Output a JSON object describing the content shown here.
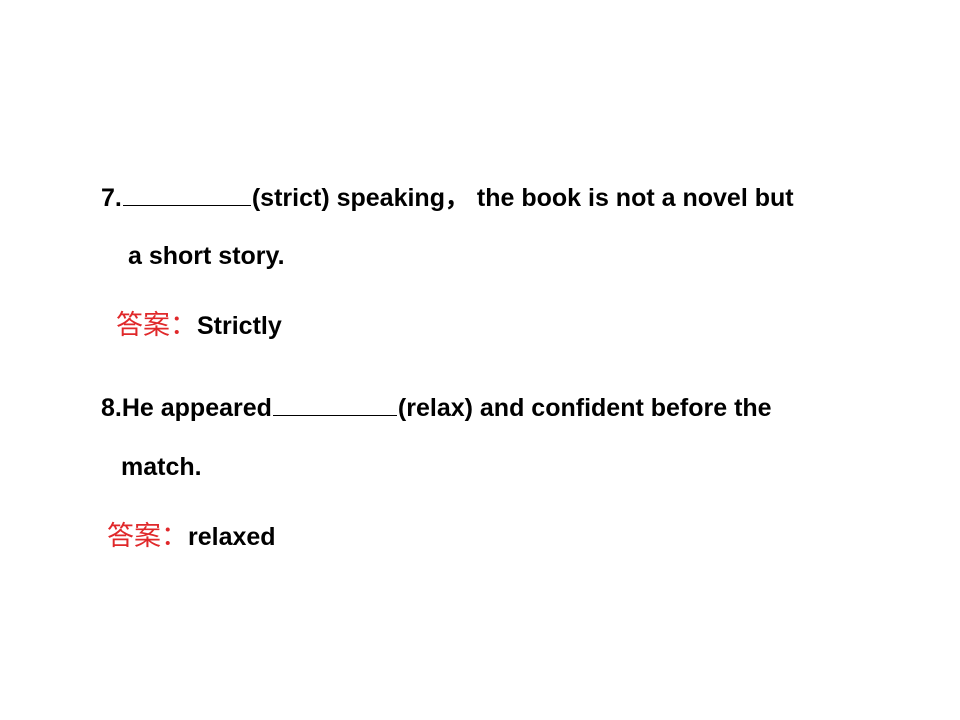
{
  "colors": {
    "text": "#000000",
    "answer_label": "#e0282a",
    "background": "#ffffff"
  },
  "q7": {
    "number": "7.",
    "rest_line1": "(strict) speaking， the book is not a novel but",
    "line2": "a short story.",
    "answer_label": "答案：",
    "answer_value": "Strictly"
  },
  "q8": {
    "start": "8.He appeared",
    "rest_line1": "(relax) and confident before the",
    "line2": "match.",
    "answer_label": "答案：",
    "answer_value": "relaxed"
  }
}
